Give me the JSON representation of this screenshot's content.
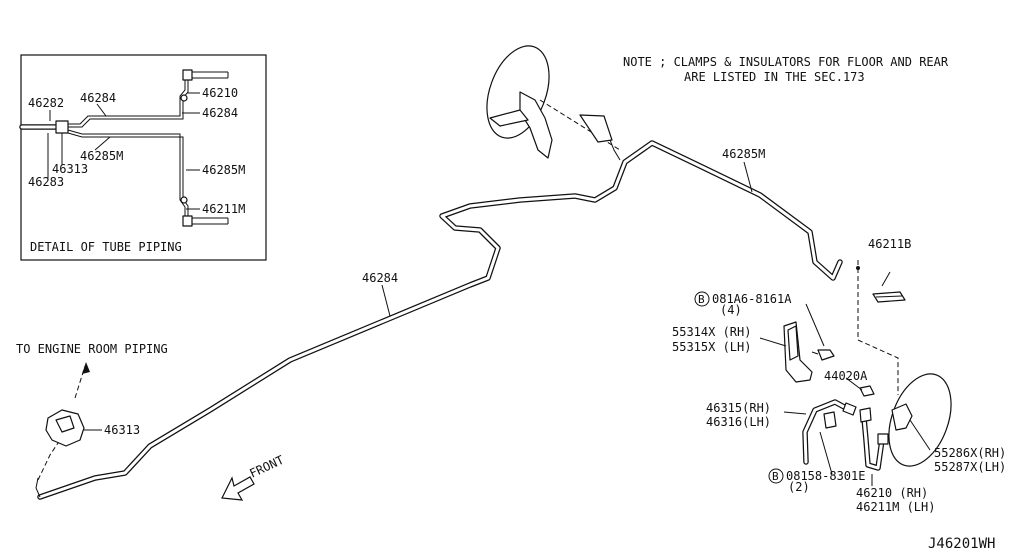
{
  "note": {
    "line1": "NOTE ; CLAMPS & INSULATORS FOR FLOOR AND REAR",
    "line2": "ARE LISTED IN THE SEC.173"
  },
  "detail_box": {
    "caption": "DETAIL OF TUBE PIPING",
    "labels": {
      "p46282": "46282",
      "p46284": "46284",
      "p46210": "46210",
      "p46284b": "46284",
      "p46285m": "46285M",
      "p46313": "46313",
      "p46283": "46283",
      "p46285m_b": "46285M",
      "p46211m": "46211M"
    }
  },
  "main": {
    "engine_room": "TO ENGINE ROOM PIPING",
    "p46313": "46313",
    "p46284": "46284",
    "p46285m": "46285M",
    "p46211b": "46211B",
    "front": "FRONT",
    "bolt_a_symbol": "B",
    "bolt_a_code": "081A6-8161A",
    "bolt_a_qty": "(4)",
    "bracket_rh": "55314X (RH)",
    "bracket_lh": "55315X (LH)",
    "p44020a": "44020A",
    "hose_rh": "46315(RH)",
    "hose_lh": "46316(LH)",
    "plate_rh": "55286X(RH)",
    "plate_lh": "55287X(LH)",
    "bolt_b_symbol": "B",
    "bolt_b_code": "08158-8301E",
    "bolt_b_qty": "(2)",
    "rear_hose_rh": "46210  (RH)",
    "rear_hose_lh": "46211M (LH)",
    "diagram_id": "J46201WH"
  }
}
